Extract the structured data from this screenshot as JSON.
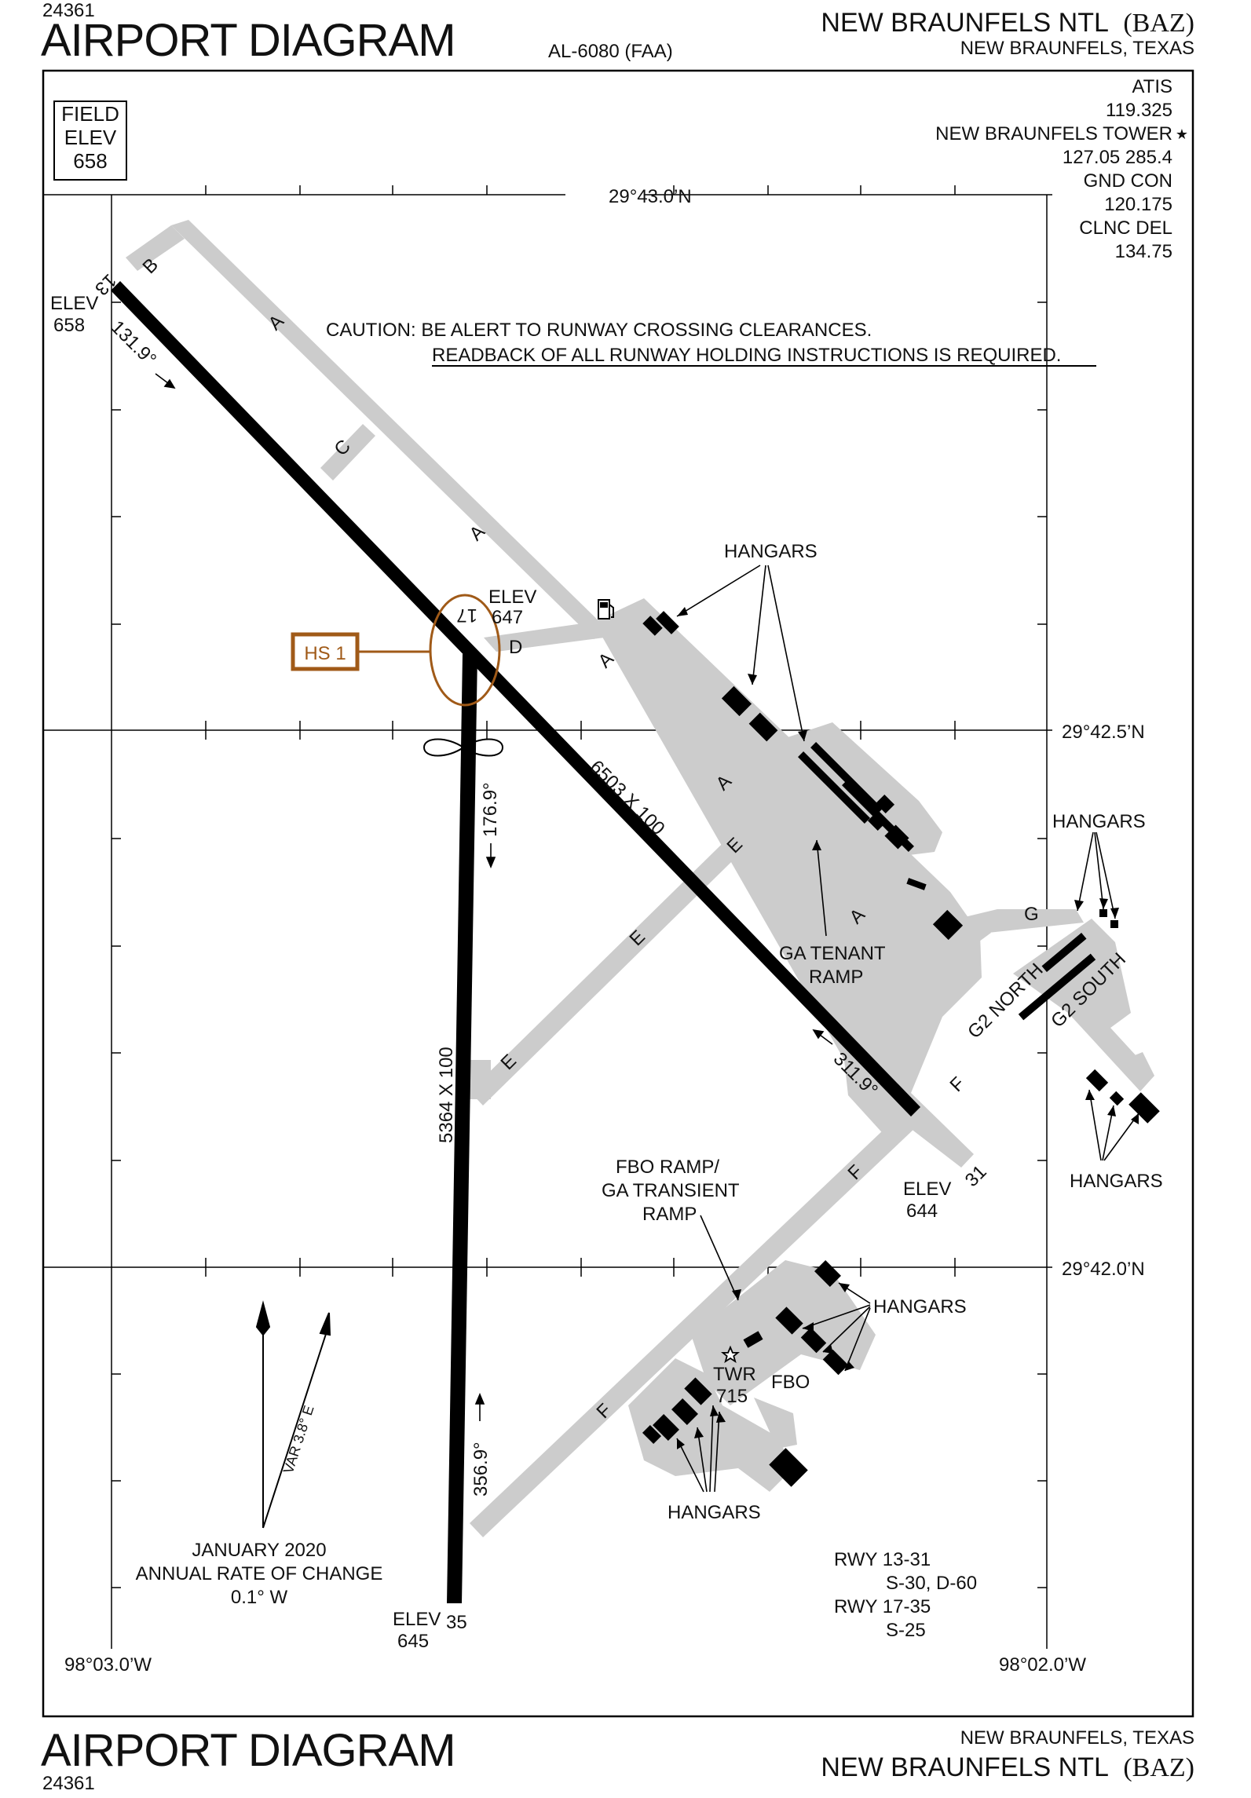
{
  "header": {
    "doc_number": "24361",
    "title": "AIRPORT DIAGRAM",
    "chart_id": "AL-6080 (FAA)",
    "airport_name": "NEW BRAUNFELS NTL",
    "airport_id": "(BAZ)",
    "city_state": "NEW BRAUNFELS,  TEXAS"
  },
  "footer": {
    "doc_number": "24361",
    "title": "AIRPORT DIAGRAM",
    "airport_name": "NEW BRAUNFELS NTL",
    "airport_id": "(BAZ)",
    "city_state": "NEW BRAUNFELS,  TEXAS"
  },
  "field_elev": {
    "line1": "FIELD",
    "line2": "ELEV",
    "value": "658"
  },
  "frequencies": {
    "atis_label": "ATIS",
    "atis_freq": "119.325",
    "tower_label": "NEW BRAUNFELS TOWER",
    "tower_freq": "127.05  285.4",
    "gnd_label": "GND CON",
    "gnd_freq": "120.175",
    "clnc_label": "CLNC DEL",
    "clnc_freq": "134.75"
  },
  "coordinates": {
    "lat_top": "29°43.0’N",
    "lat_mid": "29°42.5’N",
    "lat_low": "29°42.0’N",
    "lon_left": "98°03.0’W",
    "lon_right": "98°02.0’W"
  },
  "caution": {
    "line1": "CAUTION:  BE ALERT TO RUNWAY CROSSING CLEARANCES.",
    "line2": "READBACK OF ALL RUNWAY HOLDING INSTRUCTIONS IS REQUIRED."
  },
  "runways": {
    "rwy13_31_dims": "6503 X 100",
    "rwy17_35_dims": "5364 X 100",
    "rwy13": "13",
    "rwy31": "31",
    "rwy17": "17",
    "rwy35": "35",
    "hdg_13": "131.9°",
    "hdg_31": "311.9°",
    "hdg_17": "176.9°",
    "hdg_35": "356.9°"
  },
  "elevations": {
    "elev_label": "ELEV",
    "rwy13": "658",
    "rwy17": "647",
    "rwy31": "644",
    "rwy35": "645"
  },
  "hotspot": {
    "label": "HS 1"
  },
  "taxiways": {
    "a": "A",
    "b": "B",
    "c": "C",
    "d": "D",
    "e": "E",
    "f": "F",
    "g": "G",
    "g2n": "G2 NORTH",
    "g2s": "G2 SOUTH"
  },
  "labels": {
    "hangars": "HANGARS",
    "ga_tenant_1": "GA TENANT",
    "ga_tenant_2": "RAMP",
    "fbo_ramp_1": "FBO RAMP/",
    "fbo_ramp_2": "GA TRANSIENT",
    "fbo_ramp_3": "RAMP",
    "twr": "TWR",
    "twr_elev": "715",
    "fbo": "FBO"
  },
  "magvar": {
    "var": "VAR 3.8° E",
    "date": "JANUARY 2020",
    "rate_label": "ANNUAL RATE OF CHANGE",
    "rate": "0.1° W"
  },
  "strength": {
    "rwy1": "RWY 13-31",
    "rwy1_val": "S-30, D-60",
    "rwy2": "RWY 17-35",
    "rwy2_val": "S-25"
  },
  "colors": {
    "taxiway_fill": "#cccccc",
    "runway": "#000000",
    "hotspot": "#a05a18",
    "frame": "#000000"
  }
}
